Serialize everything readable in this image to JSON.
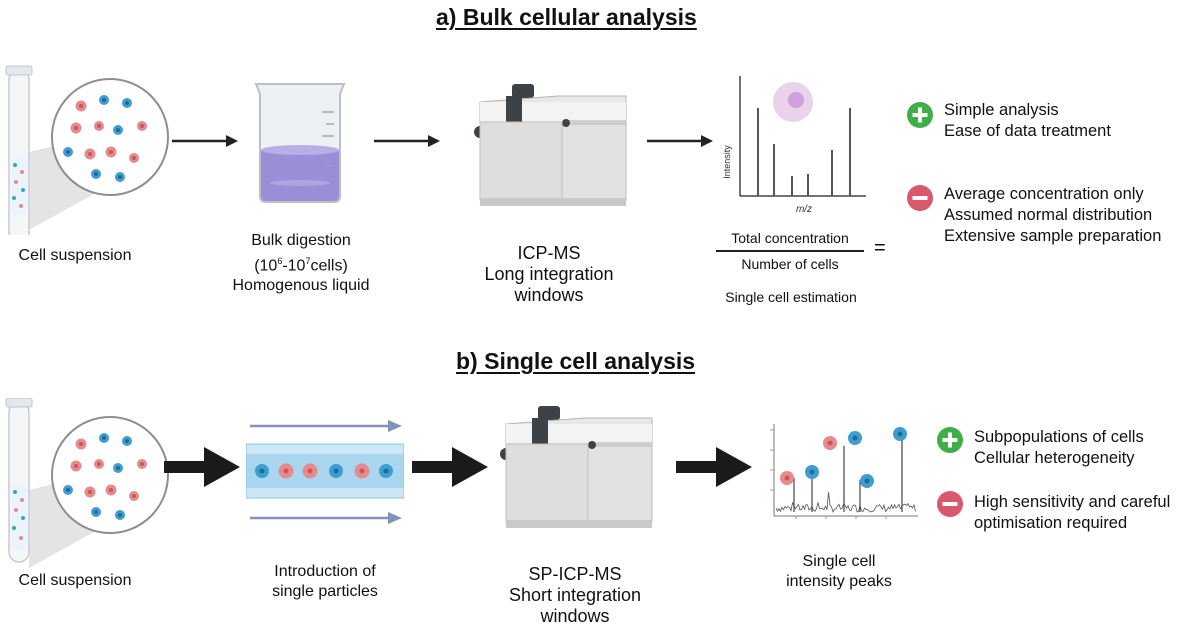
{
  "section_a": {
    "title": "a) Bulk cellular analysis",
    "cell_suspension": "Cell suspension",
    "digestion": {
      "line1": "Bulk digestion",
      "line2_pre": "(10",
      "line2_sup1": "6",
      "line2_mid": "-10",
      "line2_sup2": "7",
      "line2_post": "cells)",
      "line3": "Homogenous liquid"
    },
    "instrument": {
      "line1": "ICP-MS",
      "line2": "Long integration",
      "line3": "windows"
    },
    "spectrum": {
      "ylabel": "Intensity",
      "xlabel": "m/z"
    },
    "formula": {
      "numerator": "Total concentration",
      "denominator": "Number of cells",
      "equals": "=",
      "caption": "Single cell estimation"
    },
    "pros": [
      "Simple analysis",
      "Ease of data treatment"
    ],
    "cons": [
      "Average concentration only",
      "Assumed normal distribution",
      "Extensive sample preparation"
    ]
  },
  "section_b": {
    "title": "b) Single cell analysis",
    "cell_suspension": "Cell suspension",
    "introduction": {
      "line1": "Introduction of",
      "line2": "single particles"
    },
    "instrument": {
      "line1": "SP-ICP-MS",
      "line2": "Short integration",
      "line3": "windows"
    },
    "peaks": {
      "line1": "Single cell",
      "line2": "intensity peaks"
    },
    "pros": [
      "Subpopulations of cells",
      "Cellular heterogeneity"
    ],
    "cons": [
      "High sensitivity and careful",
      "optimisation required"
    ]
  },
  "colors": {
    "red_cell": "#e58a8e",
    "blue_cell": "#3e9ecf",
    "plus_green": "#3fae49",
    "minus_red": "#d9596c",
    "liquid_purple": "#9a8fd6",
    "flow_blue": "#a9d6ee"
  }
}
